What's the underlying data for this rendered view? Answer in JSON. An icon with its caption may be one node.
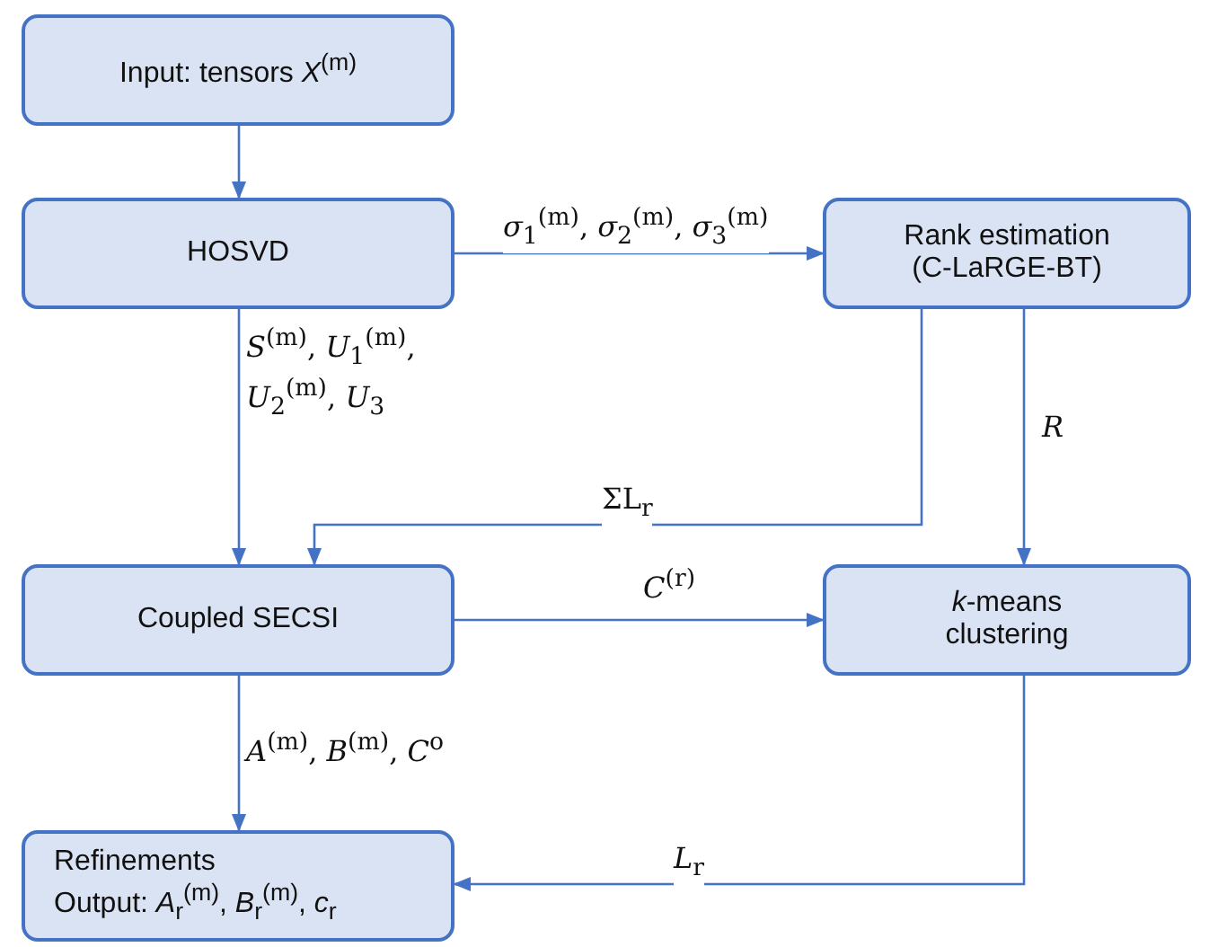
{
  "diagram": {
    "nodes": [
      {
        "text": [
          "Input: tensors *X*$^{(m)}$"
        ]
      },
      {
        "text": [
          "HOSVD"
        ]
      },
      {
        "text": [
          "Rank estimation (C-LaRGE-BT)"
        ]
      },
      {
        "text": [
          "Coupled SECSI"
        ]
      },
      {
        "text": [
          "*k*-means clustering"
        ]
      },
      {
        "text": [
          "Refinements",
          "Output: *A*$_{r}$$^{(m)}$, *B*$_{r}$$^{(m)}$, *c*$_{r}$"
        ]
      }
    ],
    "edges": [
      {
        "from": 0,
        "to": 1,
        "arrow": "to"
      },
      {
        "from": 1,
        "to": 2,
        "arrow": "to",
        "label": "*σ*$_{1}$$^{(m)}$, *σ*$_{2}$$^{(m)}$, *σ*$_{3}$$^{(m)}$"
      },
      {
        "from": 1,
        "to": 3,
        "arrow": "to",
        "label": "*S*$^{(m)}$, *U*$_{1}$$^{(m)}$, *U*$_{2}$$^{(m)}$, *U*$_{3}$"
      },
      {
        "from": 2,
        "to": 3,
        "arrow": "to",
        "label": "ΣL$_{r}$"
      },
      {
        "from": 2,
        "to": 4,
        "arrow": "to",
        "label": "*R*"
      },
      {
        "from": 3,
        "to": 4,
        "arrow": "to",
        "label": "*C*$^{(r)}$"
      },
      {
        "from": 3,
        "to": 5,
        "arrow": "to",
        "label": "*A*$^{(m)}$, *B*$^{(m)}$, *C*$^{o}$"
      },
      {
        "from": 4,
        "to": 5,
        "arrow": "to",
        "label": "*L*$_{r}$"
      }
    ]
  }
}
